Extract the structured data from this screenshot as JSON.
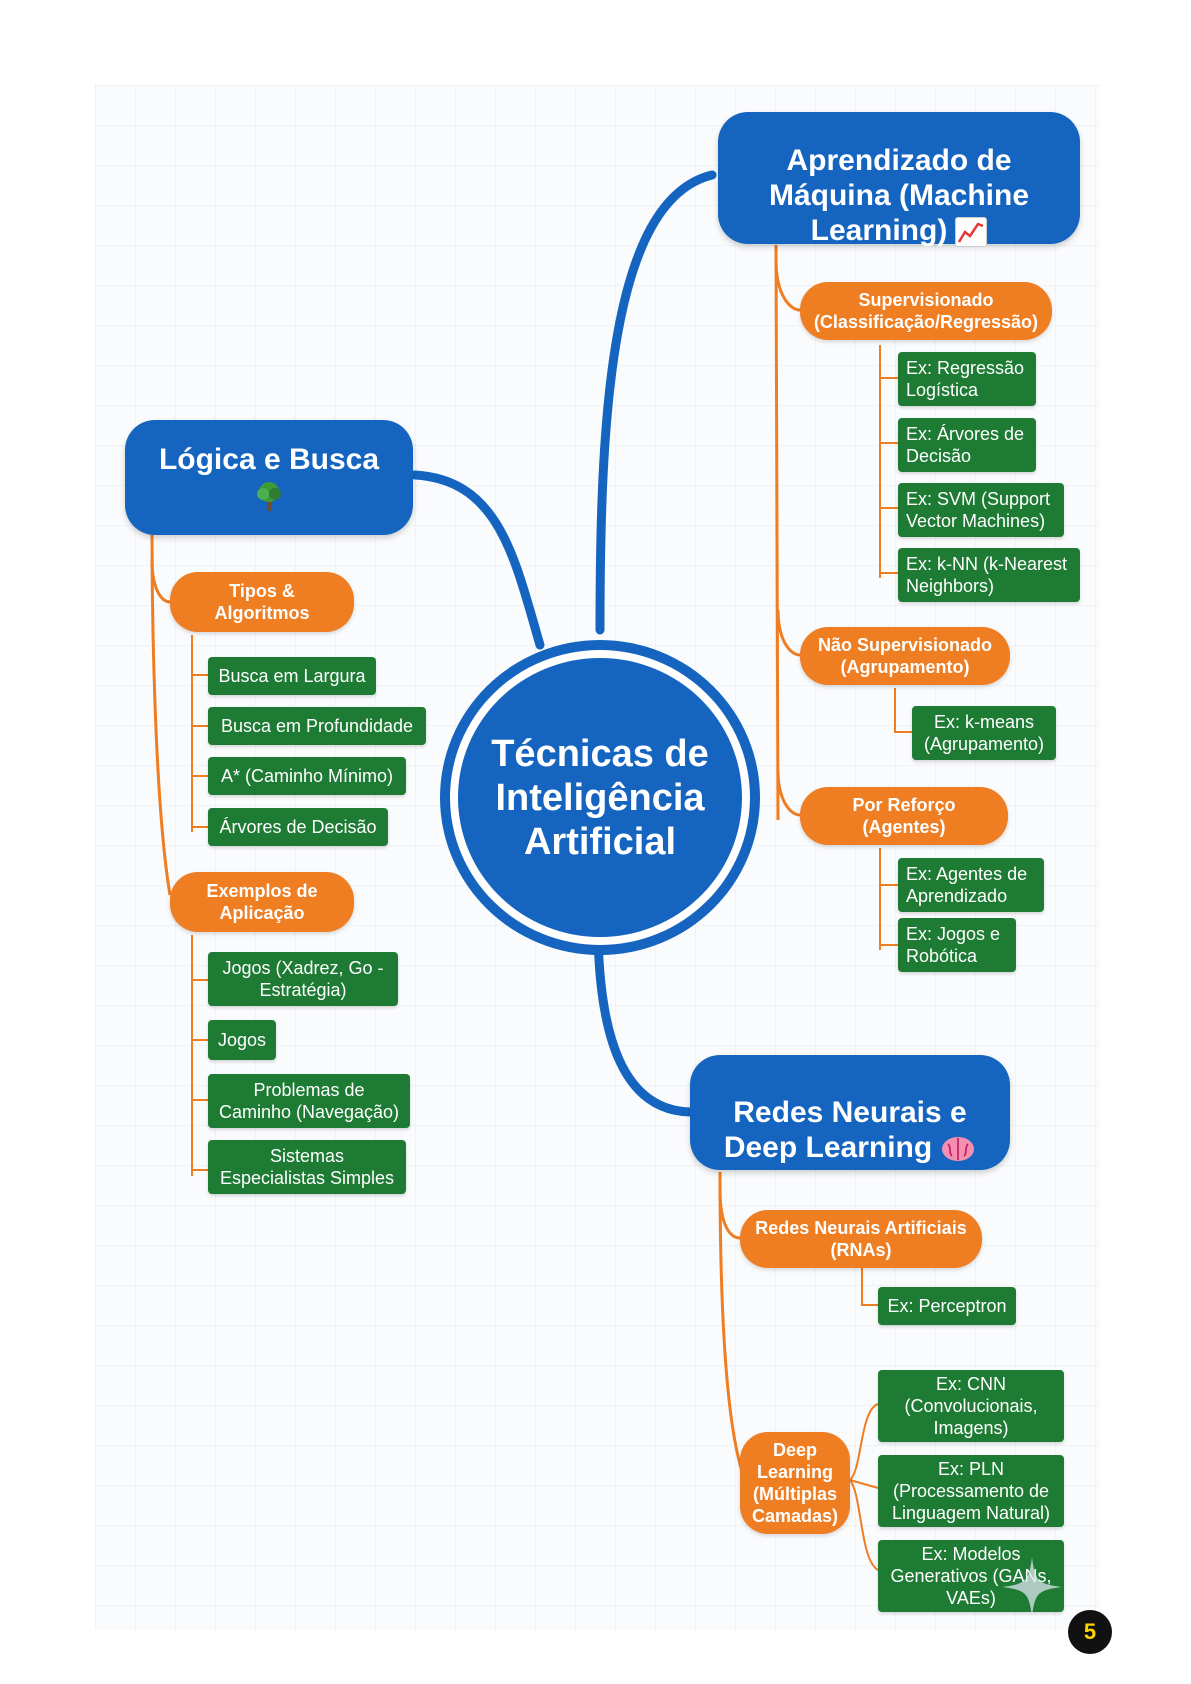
{
  "root": {
    "label": "Técnicas de\nInteligência\nArtificial"
  },
  "branches": {
    "ml": {
      "label": "Aprendizado de\nMáquina (Machine\nLearning)",
      "icon": "chart-increasing-icon",
      "groups": [
        {
          "label": "Supervisionado\n(Classificação/Regressão)",
          "leaves": [
            "Ex: Regressão\nLogística",
            "Ex: Árvores de\nDecisão",
            "Ex: SVM (Support\nVector Machines)",
            "Ex: k-NN (k-Nearest\nNeighbors)"
          ]
        },
        {
          "label": "Não Supervisionado\n(Agrupamento)",
          "leaves": [
            "Ex: k-means\n(Agrupamento)"
          ]
        },
        {
          "label": "Por Reforço\n(Agentes)",
          "leaves": [
            "Ex: Agentes de\nAprendizado",
            "Ex: Jogos e\nRobótica"
          ]
        }
      ]
    },
    "logic": {
      "label": "Lógica e Busca",
      "icon": "tree-icon",
      "groups": [
        {
          "label": "Tipos &\nAlgoritmos",
          "leaves": [
            "Busca em Largura",
            "Busca em Profundidade",
            "A* (Caminho Mínimo)",
            "Árvores de Decisão"
          ]
        },
        {
          "label": "Exemplos de\nAplicação",
          "leaves": [
            "Jogos (Xadrez, Go -\nEstratégia)",
            "Jogos",
            "Problemas de\nCaminho (Navegação)",
            "Sistemas\nEspecialistas Simples"
          ]
        }
      ]
    },
    "nn": {
      "label": "Redes Neurais e\nDeep Learning",
      "icon": "brain-icon",
      "groups": [
        {
          "label": "Redes Neurais Artificiais\n(RNAs)",
          "leaves": [
            "Ex: Perceptron"
          ]
        },
        {
          "label": "Deep\nLearning\n(Múltiplas\nCamadas)",
          "leaves": [
            "Ex: CNN\n(Convolucionais,\nImagens)",
            "Ex: PLN\n(Processamento de\nLinguagem Natural)",
            "Ex: Modelos\nGenerativos (GANs,\nVAEs)"
          ]
        }
      ]
    }
  },
  "colors": {
    "main": "#1565c0",
    "sub": "#ef7d22",
    "leaf": "#1e7b34",
    "line_main": "#1565c0",
    "line_sub": "#ef7d22"
  },
  "page_number": "5"
}
